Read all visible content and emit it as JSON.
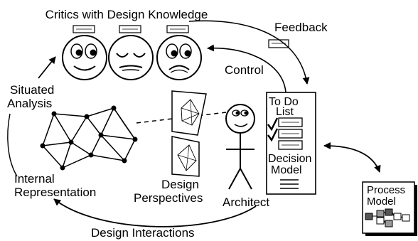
{
  "labels": {
    "critics_title": "Critics with Design Knowledge",
    "feedback": "Feedback",
    "control": "Control",
    "situated_analysis_line1": "Situated",
    "situated_analysis_line2": "Analysis",
    "todo_line1": "To Do",
    "todo_line2": "List",
    "decision_line1": "Decision",
    "decision_line2": "Model",
    "design_perspectives_line1": "Design",
    "design_perspectives_line2": "Perspectives",
    "internal_line1": "Internal",
    "internal_line2": "Representation",
    "architect": "Architect",
    "process_model_line1": "Process",
    "process_model_line2": "Model",
    "design_interactions": "Design Interactions"
  },
  "colors": {
    "ink": "#000000",
    "paper": "#ffffff",
    "process_block_dark": "#555555",
    "process_block_mid": "#999999"
  },
  "icons": [
    "critic-happy-face-icon",
    "critic-neutral-face-icon",
    "critic-sad-face-icon",
    "architect-stick-figure-icon",
    "checkmark-icon"
  ]
}
